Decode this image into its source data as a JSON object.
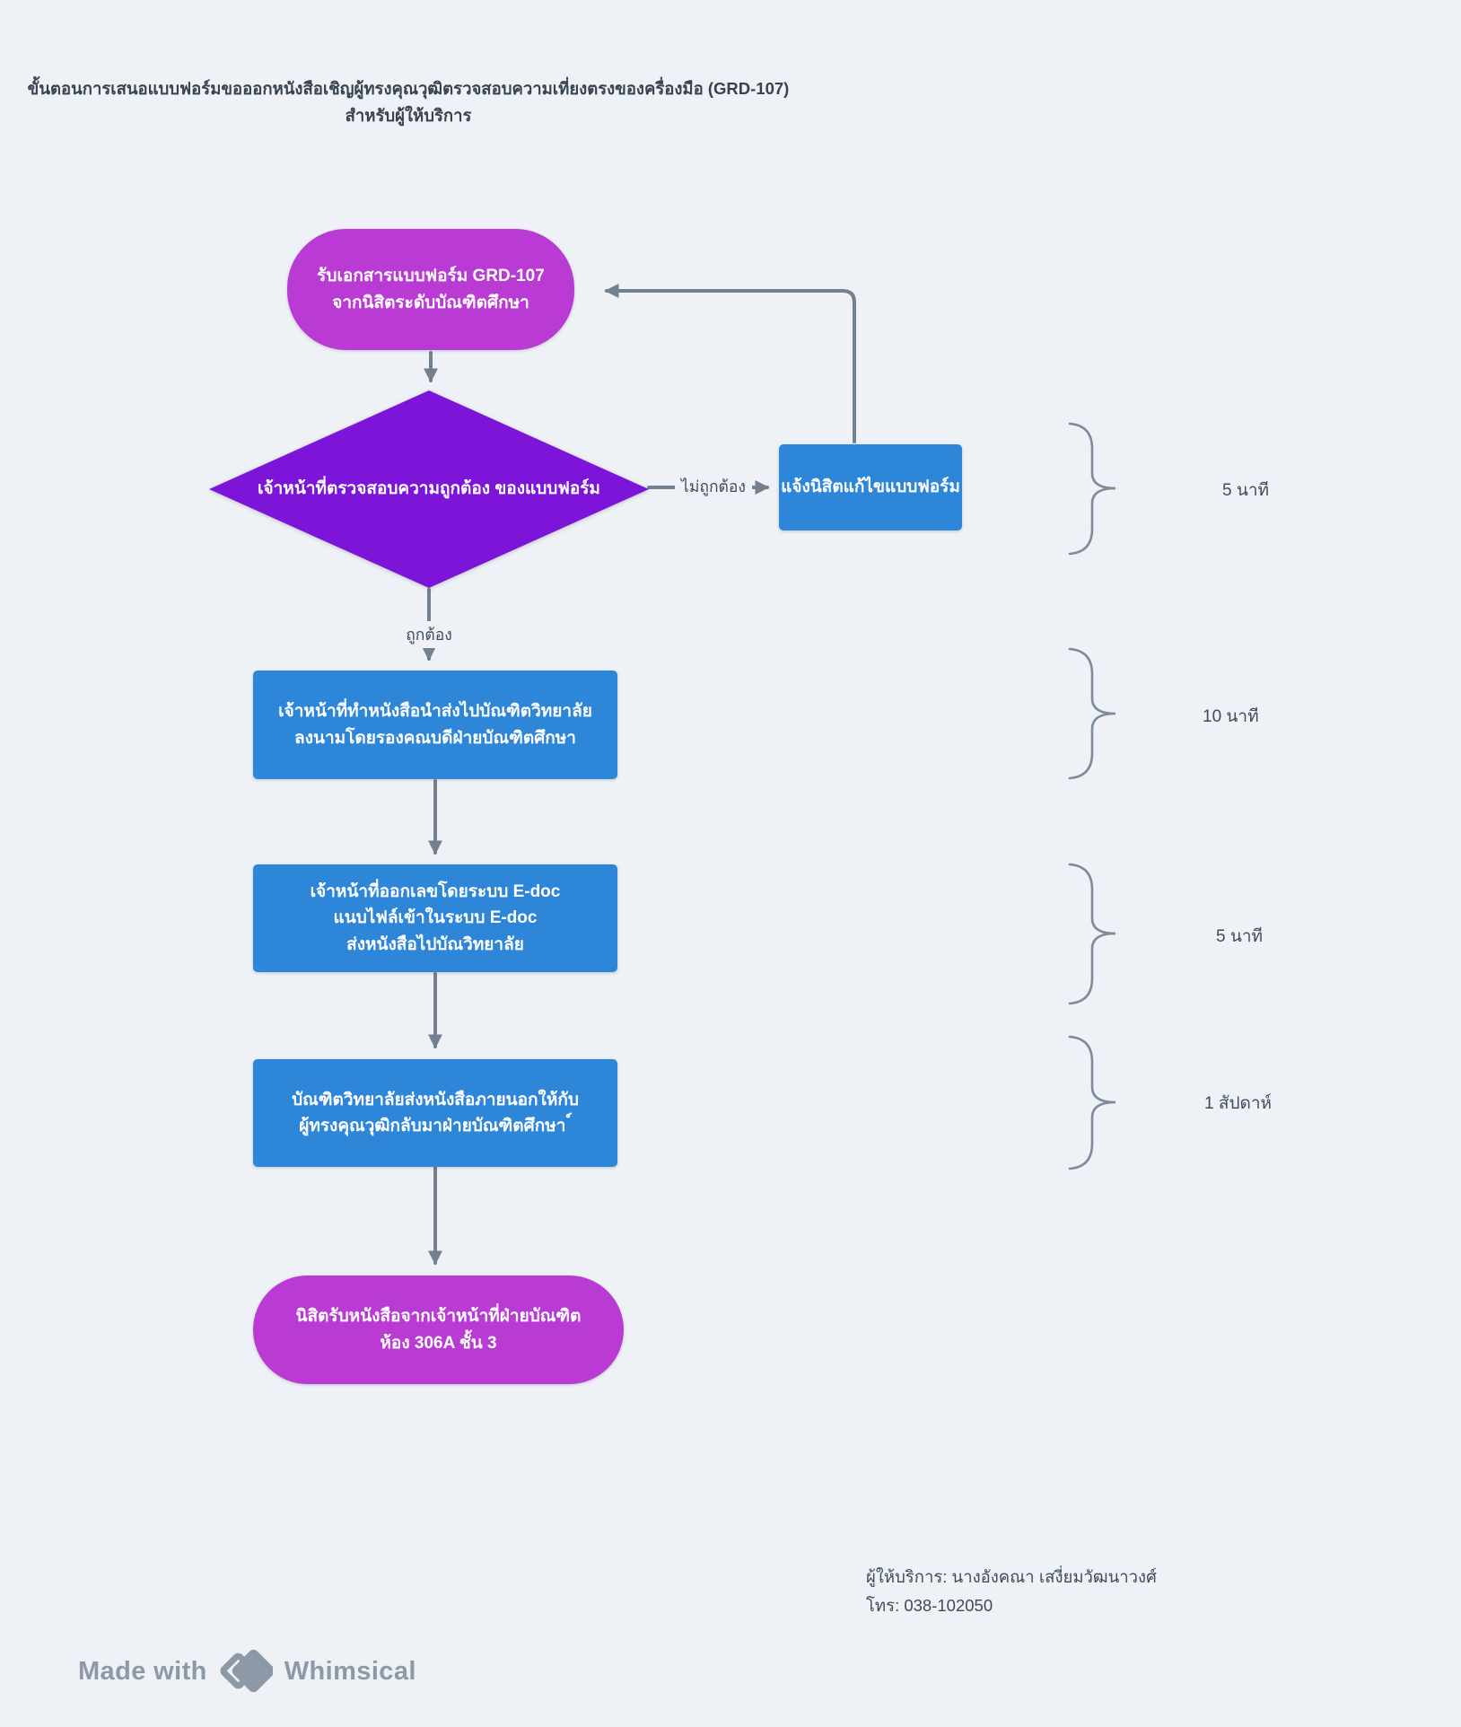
{
  "title": {
    "line1": "ขั้นตอนการเสนอแบบฟอร์มขอออกหนังสือเชิญผู้ทรงคุณวุฒิตรวจสอบความเที่ยงตรงของครื่องมือ (GRD-107)",
    "line2": "สำหรับผู้ให้บริการ"
  },
  "nodes": {
    "start": {
      "type": "terminator",
      "color": "#b93bd4",
      "text": "รับเอกสารแบบฟอร์ม GRD-107\nจากนิสิตระดับบัณฑิตศึกษา"
    },
    "decision": {
      "type": "decision",
      "color": "#7d15d9",
      "text": "เจ้าหน้าที่ตรวจสอบความถูกต้อง\nของแบบฟอร์ม"
    },
    "fix": {
      "type": "process",
      "color": "#2e86d9",
      "text": "แจ้งนิสิตแก้ไขแบบฟอร์ม"
    },
    "step1": {
      "type": "process",
      "color": "#2e86d9",
      "text": "เจ้าหน้าที่ทำหนังสือนำส่งไปบัณฑิตวิทยาลัย\nลงนามโดยรองคณบดีฝ่ายบัณฑิตศึกษา"
    },
    "step2": {
      "type": "process",
      "color": "#2e86d9",
      "text": "เจ้าหน้าที่ออกเลขโดยระบบ E-doc\nแนบไฟล์เข้าในระบบ E-doc\nส่งหนังสือไปบัณวิทยาลัย"
    },
    "step3": {
      "type": "process",
      "color": "#2e86d9",
      "text": "บัณฑิตวิทยาลัยส่งหนังสือภายนอกให้กับ\nผู้ทรงคุณวุฒิกลับมาฝ่ายบัณฑิตศึกษา ์"
    },
    "end": {
      "type": "terminator",
      "color": "#b93bd4",
      "text": "นิสิตรับหนังสือจากเจ้าหน้าที่ฝ่ายบัณฑิต\nห้อง 306A ชั้น 3"
    }
  },
  "edge_labels": {
    "invalid": "ไม่ถูกต้อง",
    "valid": "ถูกต้อง"
  },
  "durations": [
    "5 นาที",
    "10 นาที",
    "5 นาที",
    "1 สัปดาห์"
  ],
  "footer": {
    "provider": "ผู้ให้บริการ: นางอังคณา เสงี่ยมวัฒนาวงศ์",
    "phone": "โทร: 038-102050"
  },
  "branding": {
    "made_with": "Made with",
    "brand": "Whimsical"
  },
  "colors": {
    "background": "#eef1f6",
    "terminator": "#b93bd4",
    "decision": "#7d15d9",
    "process": "#2e86d9",
    "connector": "#72808f",
    "brace": "#7d8b9c",
    "text_dark": "#3d4c5c",
    "node_text": "#ffffff",
    "brand_gray": "#8e99a8"
  }
}
